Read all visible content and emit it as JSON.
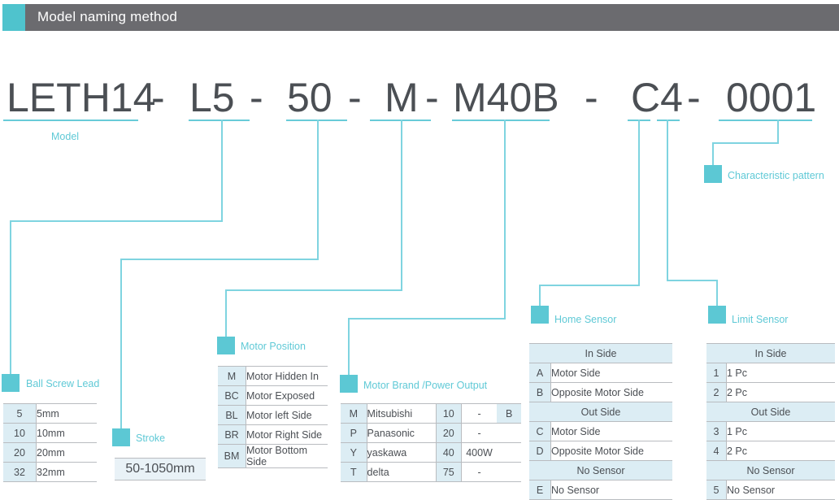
{
  "header": {
    "title": "Model naming method"
  },
  "model_code": {
    "segments": [
      "LETH14",
      "-",
      "L5",
      "-",
      "50",
      "-",
      "M",
      "-",
      "M40B",
      "-",
      "C4",
      "-",
      "0001"
    ]
  },
  "labels": {
    "model": "Model",
    "ball_screw_lead": "Ball Screw Lead",
    "stroke": "Stroke",
    "motor_position": "Motor Position",
    "motor_brand": "Motor Brand /Power Output",
    "home_sensor": "Home Sensor",
    "limit_sensor": "Limit Sensor",
    "characteristic_pattern": "Characteristic pattern"
  },
  "ball_screw_lead": {
    "rows": [
      {
        "code": "5",
        "desc": "5mm"
      },
      {
        "code": "10",
        "desc": "10mm"
      },
      {
        "code": "20",
        "desc": "20mm"
      },
      {
        "code": "32",
        "desc": "32mm"
      }
    ]
  },
  "stroke": {
    "range": "50-1050mm"
  },
  "motor_position": {
    "rows": [
      {
        "code": "M",
        "desc": "Motor Hidden In"
      },
      {
        "code": "BC",
        "desc": "Motor Exposed"
      },
      {
        "code": "BL",
        "desc": "Motor left Side"
      },
      {
        "code": "BR",
        "desc": "Motor Right Side"
      },
      {
        "code": "BM",
        "desc": "Motor Bottom Side"
      }
    ]
  },
  "motor_brand": {
    "rows": [
      {
        "code": "M",
        "brand": "Mitsubishi",
        "power_code": "10",
        "power": "-",
        "suffix": "B"
      },
      {
        "code": "P",
        "brand": "Panasonic",
        "power_code": "20",
        "power": "-",
        "suffix": ""
      },
      {
        "code": "Y",
        "brand": "yaskawa",
        "power_code": "40",
        "power": "400W",
        "suffix": ""
      },
      {
        "code": "T",
        "brand": "delta",
        "power_code": "75",
        "power": "-",
        "suffix": ""
      }
    ]
  },
  "home_sensor": {
    "groups": [
      {
        "title": "In Side",
        "rows": [
          {
            "code": "A",
            "desc": "Motor Side"
          },
          {
            "code": "B",
            "desc": "Opposite Motor Side"
          }
        ]
      },
      {
        "title": "Out Side",
        "rows": [
          {
            "code": "C",
            "desc": "Motor Side"
          },
          {
            "code": "D",
            "desc": "Opposite Motor Side"
          }
        ]
      },
      {
        "title": "No Sensor",
        "rows": [
          {
            "code": "E",
            "desc": "No Sensor"
          }
        ]
      }
    ]
  },
  "limit_sensor": {
    "groups": [
      {
        "title": "In Side",
        "rows": [
          {
            "code": "1",
            "desc": "1 Pc"
          },
          {
            "code": "2",
            "desc": "2 Pc"
          }
        ]
      },
      {
        "title": "Out Side",
        "rows": [
          {
            "code": "3",
            "desc": "1 Pc"
          },
          {
            "code": "4",
            "desc": "2 Pc"
          }
        ]
      },
      {
        "title": "No Sensor",
        "rows": [
          {
            "code": "5",
            "desc": "No Sensor"
          }
        ]
      }
    ]
  },
  "colors": {
    "accent_teal": "#5cc8d4",
    "leader_teal": "#7fd4e0",
    "header_gray": "#6b6b6f",
    "table_key_fill": "#dcedf4",
    "text_dark": "#4b4f54"
  }
}
